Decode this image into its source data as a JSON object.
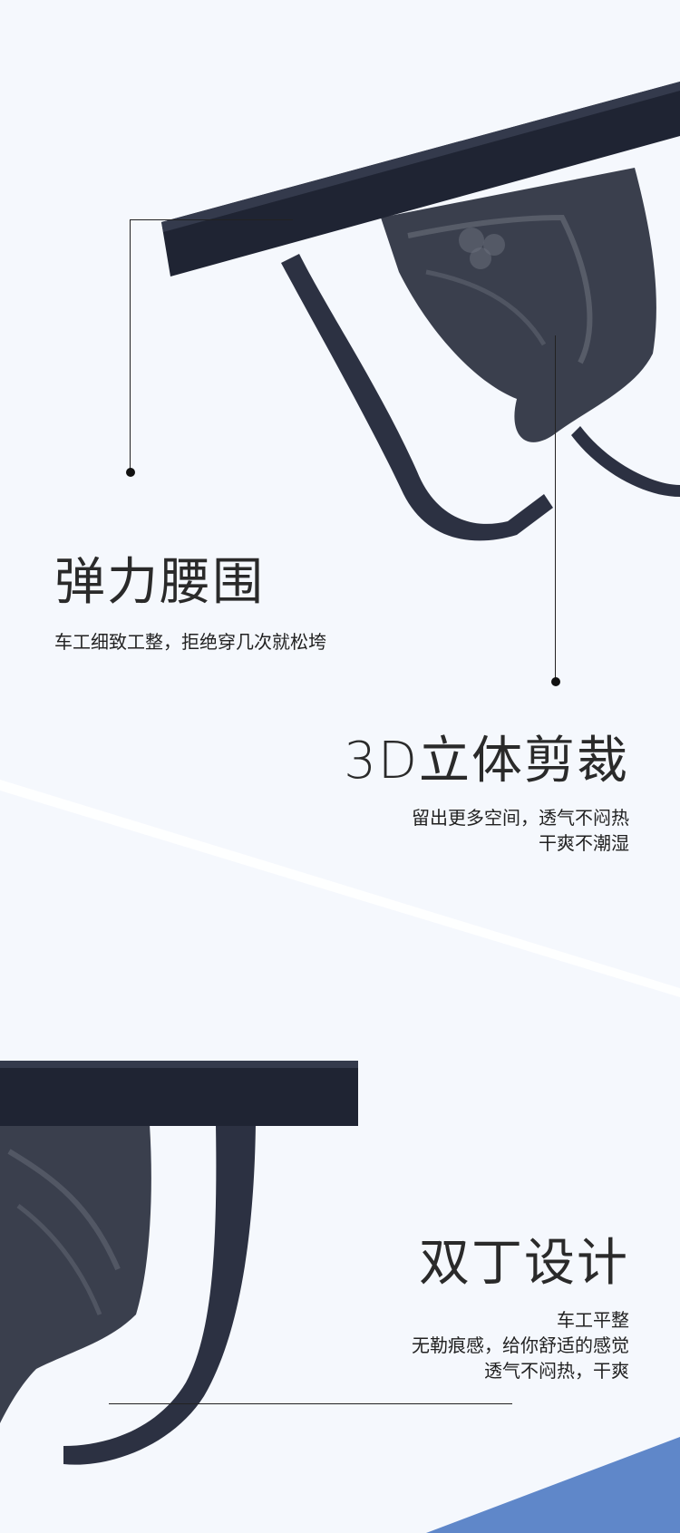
{
  "sections": [
    {
      "title": "弹力腰围",
      "desc_lines": [
        "车工细致工整，拒绝穿几次就松垮"
      ]
    },
    {
      "title": "3D立体剪裁",
      "desc_lines": [
        "留出更多空间，透气不闷热",
        "干爽不潮湿"
      ]
    },
    {
      "title": "双丁设计",
      "desc_lines": [
        "车工平整",
        "无勒痕感，给你舒适的感觉",
        "透气不闷热，干爽"
      ]
    }
  ],
  "colors": {
    "fabric": "#1f2433",
    "lace": "#3a3f4d",
    "accent": "#5f87c9",
    "background": "#f5f8fd"
  }
}
